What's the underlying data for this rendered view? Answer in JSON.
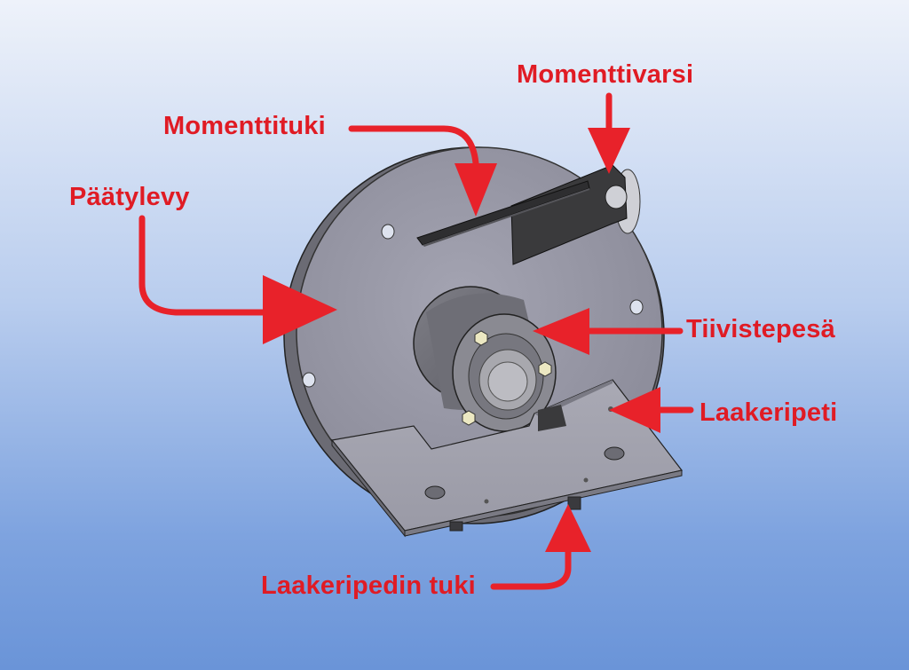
{
  "labels": {
    "momenttivarsi": "Momenttivarsi",
    "momenttituki": "Momenttituki",
    "paatylevy": "Päätylevy",
    "tiivistepesa": "Tiivistepesä",
    "laakeripeti": "Laakeripeti",
    "laakeripedin_tuki": "Laakeripedin tuki"
  },
  "colors": {
    "label": "#e01b24",
    "arrow": "#e8222a",
    "plate": "#9a9aa8",
    "part_dark": "#3c3c3e",
    "bolt": "#e8e4b8"
  }
}
